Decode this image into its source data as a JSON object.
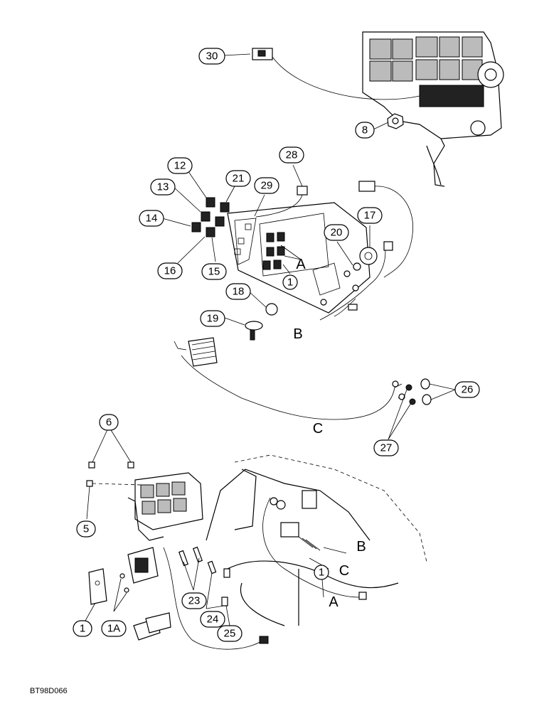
{
  "callouts": {
    "c30": "30",
    "c8": "8",
    "c28": "28",
    "c12": "12",
    "c21": "21",
    "c29": "29",
    "c13": "13",
    "c17": "17",
    "c14": "14",
    "c20": "20",
    "c16": "16",
    "c15": "15",
    "c1_top": "1",
    "c18": "18",
    "c19": "19",
    "c26": "26",
    "c27": "27",
    "c6": "6",
    "c5": "5",
    "c1_mid": "1",
    "c23": "23",
    "c24": "24",
    "c25": "25",
    "c1_low": "1",
    "c1a": "1A"
  },
  "letters": {
    "a_top": "A",
    "b_top": "B",
    "c_mid": "C",
    "b_low": "B",
    "c_low": "C",
    "a_low": "A"
  },
  "drawing_code": "BT98D066"
}
